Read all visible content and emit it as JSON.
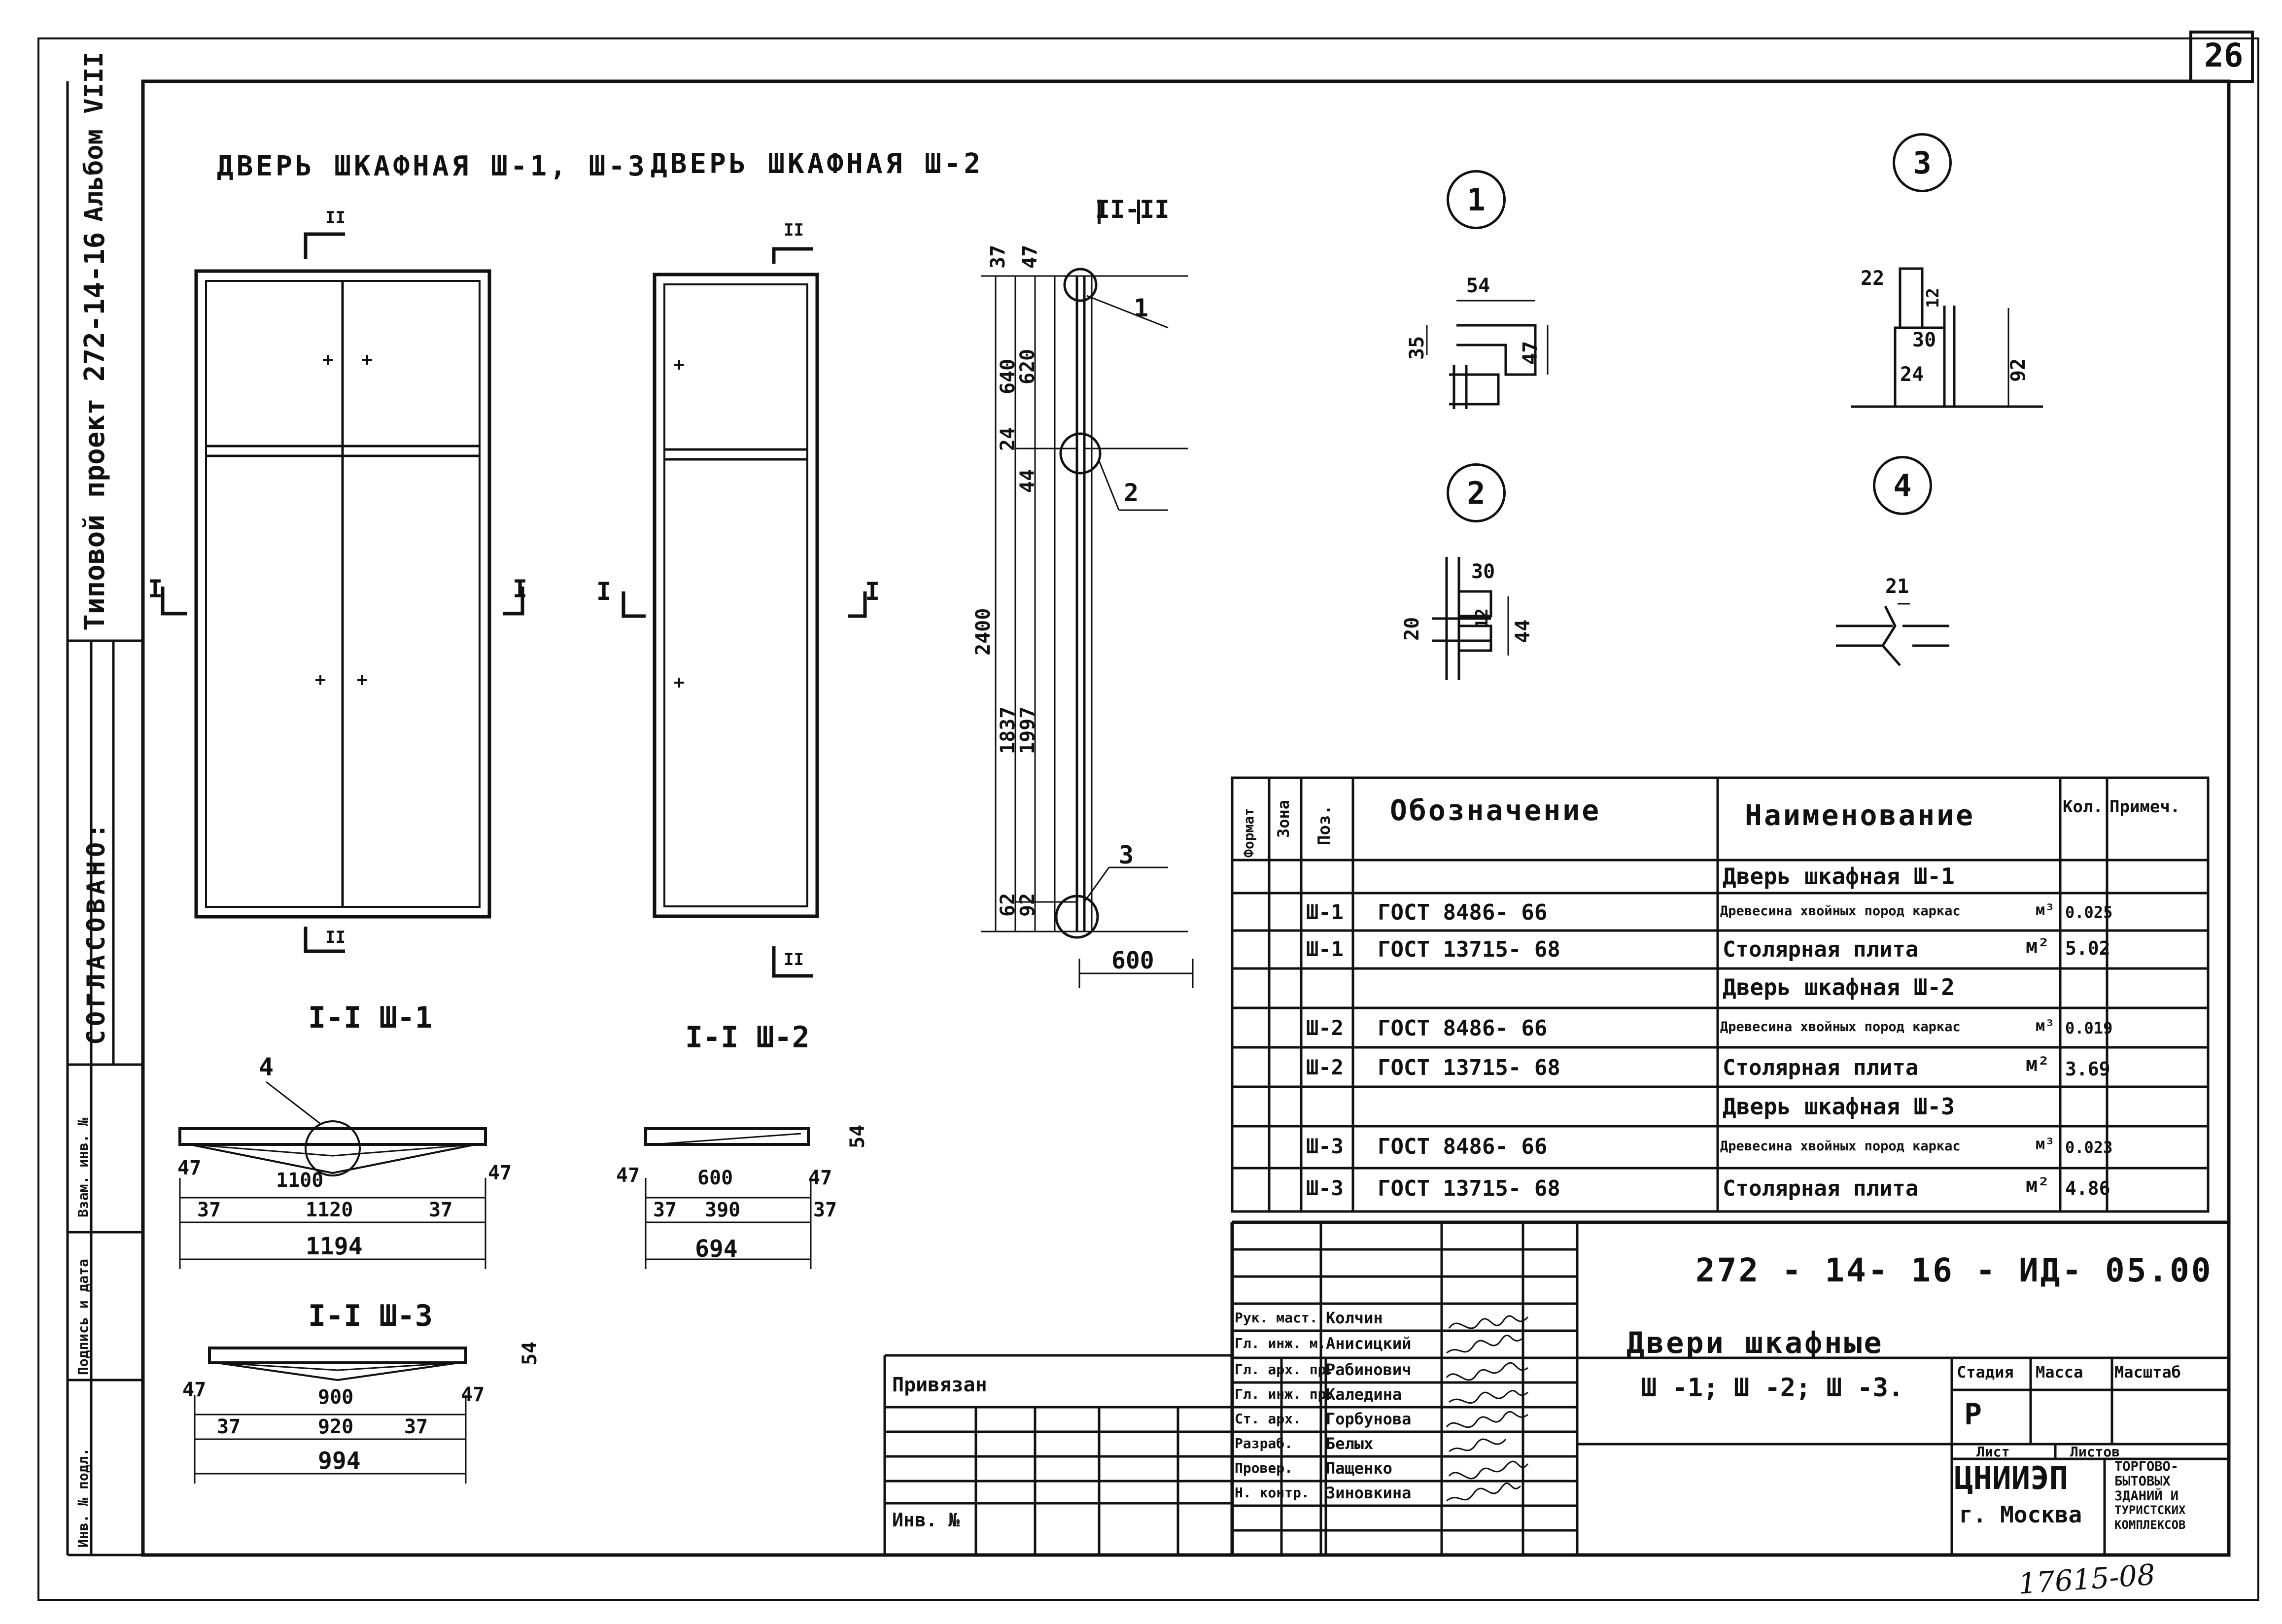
{
  "sheet": {
    "number": "26",
    "handwritten_ref": "17615-08"
  },
  "left_strip": {
    "album": "Альбом VIII",
    "project": "Типовой проект 272-14-16",
    "agreed": "СОГЛАСОВАНО:",
    "stamp_cells": [
      "Инв. № подл.",
      "Подпись и дата",
      "Взам. инв. №"
    ]
  },
  "titles": {
    "door_sh1_sh3": "ДВЕРЬ ШКАФНАЯ Ш-1, Ш-3",
    "door_sh2": "ДВЕРЬ ШКАФНАЯ Ш-2",
    "section_II": "II-II",
    "section_I_sh1": "I-I Ш-1",
    "section_I_sh2": "I-I Ш-2",
    "section_I_sh3": "I-I Ш-3"
  },
  "section_marks": {
    "II": "II",
    "I": "I"
  },
  "callouts": {
    "c1": "1",
    "c2": "2",
    "c3": "3",
    "c4": "4"
  },
  "dims": {
    "elev_total": "2400",
    "elev_37": "37",
    "elev_47": "47",
    "elev_640": "640",
    "elev_620": "620",
    "elev_24": "24",
    "elev_44": "44",
    "elev_1837": "1837",
    "elev_1997": "1997",
    "elev_62": "62",
    "elev_92": "92",
    "elev_width": "600",
    "s1_47a": "47",
    "s1_1100": "1100",
    "s1_47b": "47",
    "s1_37a": "37",
    "s1_1120": "1120",
    "s1_37b": "37",
    "s1_1194": "1194",
    "s2_47a": "47",
    "s2_600": "600",
    "s2_47b": "47",
    "s2_37a": "37",
    "s2_390": "390",
    "s2_37b": "37",
    "s2_694": "694",
    "s2_54": "54",
    "s3_47a": "47",
    "s3_900": "900",
    "s3_47b": "47",
    "s3_37a": "37",
    "s3_920": "920",
    "s3_37b": "37",
    "s3_994": "994",
    "s3_54": "54",
    "d1_54": "54",
    "d1_35": "35",
    "d1_47": "47",
    "d2_30": "30",
    "d2_20": "20",
    "d2_12": "12",
    "d2_44": "44",
    "d3_22": "22",
    "d3_12": "12",
    "d3_30": "30",
    "d3_24": "24",
    "d3_92": "92",
    "d4_21": "21"
  },
  "spec_table": {
    "headers": {
      "format": "Формат",
      "zone": "Зона",
      "pos": "Поз.",
      "designation": "Обозначение",
      "name": "Наименование",
      "qty": "Кол.",
      "note": "Примеч."
    },
    "rows": [
      {
        "pos": "",
        "designation": "",
        "name": "Дверь шкафная   Ш-1",
        "unit": "",
        "qty": ""
      },
      {
        "pos": "Ш-1",
        "designation": "ГОСТ  8486- 66",
        "name": "Древесина хвойных пород  каркас",
        "unit": "м³",
        "qty": "0.025"
      },
      {
        "pos": "Ш-1",
        "designation": "ГОСТ  13715- 68",
        "name": "Столярная плита",
        "unit": "м²",
        "qty": "5.02"
      },
      {
        "pos": "",
        "designation": "",
        "name": "Дверь шкафная      Ш-2",
        "unit": "",
        "qty": ""
      },
      {
        "pos": "Ш-2",
        "designation": "ГОСТ  8486- 66",
        "name": "Древесина хвойных пород каркас",
        "unit": "м³",
        "qty": "0.019"
      },
      {
        "pos": "Ш-2",
        "designation": "ГОСТ  13715- 68",
        "name": "Столярная плита",
        "unit": "м²",
        "qty": "3.69"
      },
      {
        "pos": "",
        "designation": "",
        "name": "Дверь шкафная      Ш-3",
        "unit": "",
        "qty": ""
      },
      {
        "pos": "Ш-3",
        "designation": "ГОСТ  8486- 66",
        "name": "Древесина хвойных пород каркас",
        "unit": "м³",
        "qty": "0.023"
      },
      {
        "pos": "Ш-3",
        "designation": "ГОСТ  13715- 68",
        "name": "Столярная плита",
        "unit": "м²",
        "qty": "4.86"
      }
    ]
  },
  "title_block": {
    "doc_code": "272 - 14- 16 - ИД- 05.00",
    "doc_title_line1": "Двери шкафные",
    "doc_title_line2": "Ш -1;  Ш -2;  Ш -3.",
    "stage_label": "Стадия",
    "mass_label": "Масса",
    "scale_label": "Масштаб",
    "stage_value": "Р",
    "sheet_label": "Лист",
    "sheets_label": "Листов",
    "org": "ЦНИИЭП",
    "city": "г. Москва",
    "org_dept": [
      "ТОРГОВО-",
      "БЫТОВЫХ",
      "ЗДАНИЙ И",
      "ТУРИСТСКИХ",
      "КОМПЛЕКСОВ"
    ],
    "attached": "Привязан",
    "inv_no": "Инв. №",
    "roles": [
      {
        "role": "Рук. маст.",
        "name": "Колчин"
      },
      {
        "role": "Гл. инж. м.",
        "name": "Анисицкий"
      },
      {
        "role": "Гл. арх. пр.",
        "name": "Рабинович"
      },
      {
        "role": "Гл. инж. пр.",
        "name": "Каледина"
      },
      {
        "role": "Ст. арх.",
        "name": "Горбунова"
      },
      {
        "role": "Разраб.",
        "name": "Белых"
      },
      {
        "role": "Провер.",
        "name": "Пащенко"
      },
      {
        "role": "Н. контр.",
        "name": "Зиновкина"
      }
    ]
  }
}
